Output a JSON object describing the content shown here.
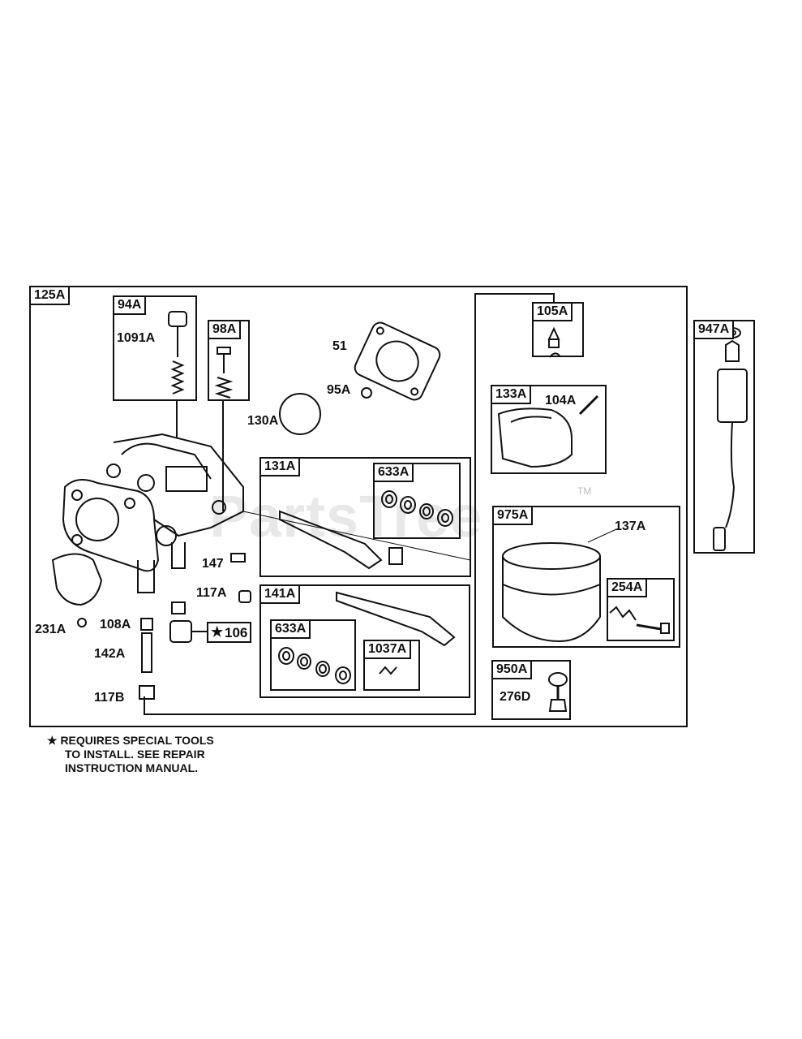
{
  "watermark": "PartsTree",
  "trademark": "TM",
  "groups": {
    "g125A": "125A",
    "g94A": "94A",
    "g98A": "98A",
    "g947A": "947A",
    "g105A": "105A",
    "g133A": "133A",
    "g131A": "131A",
    "g633A_top": "633A",
    "g975A": "975A",
    "g254A": "254A",
    "g141A": "141A",
    "g633A_bottom": "633A",
    "g1037A": "1037A",
    "g950A": "950A"
  },
  "parts": {
    "p1091A": "1091A",
    "p51": "51",
    "p95A": "95A",
    "p130A": "130A",
    "p104A": "104A",
    "p137A": "137A",
    "p147": "147",
    "p117A": "117A",
    "p231A": "231A",
    "p108A": "108A",
    "p142A": "142A",
    "p106": "106",
    "p117B": "117B",
    "p276D": "276D"
  },
  "star_symbol": "★",
  "note": {
    "line1": "★ REQUIRES SPECIAL TOOLS",
    "line2": "TO INSTALL.  SEE REPAIR",
    "line3": "INSTRUCTION MANUAL."
  }
}
